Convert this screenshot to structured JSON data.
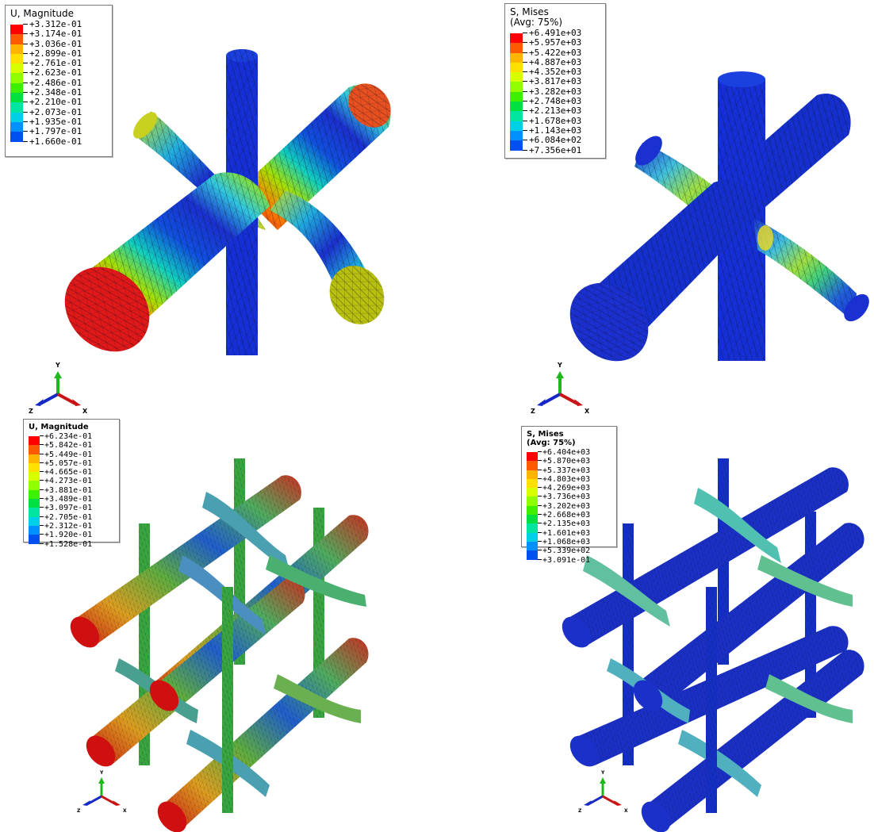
{
  "panels": [
    {
      "legend": {
        "title_lines": [
          "U, Magnitude"
        ],
        "values": [
          "+3.312e-01",
          "+3.174e-01",
          "+3.036e-01",
          "+2.899e-01",
          "+2.761e-01",
          "+2.623e-01",
          "+2.486e-01",
          "+2.348e-01",
          "+2.210e-01",
          "+2.073e-01",
          "+1.935e-01",
          "+1.797e-01",
          "+1.660e-01"
        ]
      },
      "triad": {
        "y": "Y",
        "z": "Z",
        "x": "X"
      }
    },
    {
      "legend": {
        "title_lines": [
          "S, Mises",
          "(Avg: 75%)"
        ],
        "values": [
          "+6.491e+03",
          "+5.957e+03",
          "+5.422e+03",
          "+4.887e+03",
          "+4.352e+03",
          "+3.817e+03",
          "+3.282e+03",
          "+2.748e+03",
          "+2.213e+03",
          "+1.678e+03",
          "+1.143e+03",
          "+6.084e+02",
          "+7.356e+01"
        ]
      },
      "triad": {
        "y": "Y",
        "z": "Z",
        "x": "X"
      }
    },
    {
      "legend": {
        "title_lines": [
          "U, Magnitude"
        ],
        "values": [
          "+6.234e-01",
          "+5.842e-01",
          "+5.449e-01",
          "+5.057e-01",
          "+4.665e-01",
          "+4.273e-01",
          "+3.881e-01",
          "+3.489e-01",
          "+3.097e-01",
          "+2.705e-01",
          "+2.312e-01",
          "+1.920e-01",
          "+1.528e-01"
        ]
      },
      "triad": {
        "y": "Y",
        "z": "Z",
        "x": "X"
      }
    },
    {
      "legend": {
        "title_lines": [
          "S, Mises",
          "(Avg: 75%)"
        ],
        "values": [
          "+6.404e+03",
          "+5.870e+03",
          "+5.337e+03",
          "+4.803e+03",
          "+4.269e+03",
          "+3.736e+03",
          "+3.202e+03",
          "+2.668e+03",
          "+2.135e+03",
          "+1.601e+03",
          "+1.068e+03",
          "+5.339e+02",
          "+3.091e-01"
        ]
      },
      "triad": {
        "y": "Y",
        "z": "Z",
        "x": "X"
      }
    }
  ],
  "colormap": [
    "#ff0000",
    "#ff5a00",
    "#ffb400",
    "#ffe000",
    "#d8ff00",
    "#90ff00",
    "#3cf000",
    "#00e040",
    "#00e6a0",
    "#00d0e6",
    "#0090ff",
    "#0050f0",
    "#0000e0"
  ],
  "triad_colors": {
    "y": "#1cb81c",
    "z": "#1428c8",
    "x": "#c81414"
  }
}
